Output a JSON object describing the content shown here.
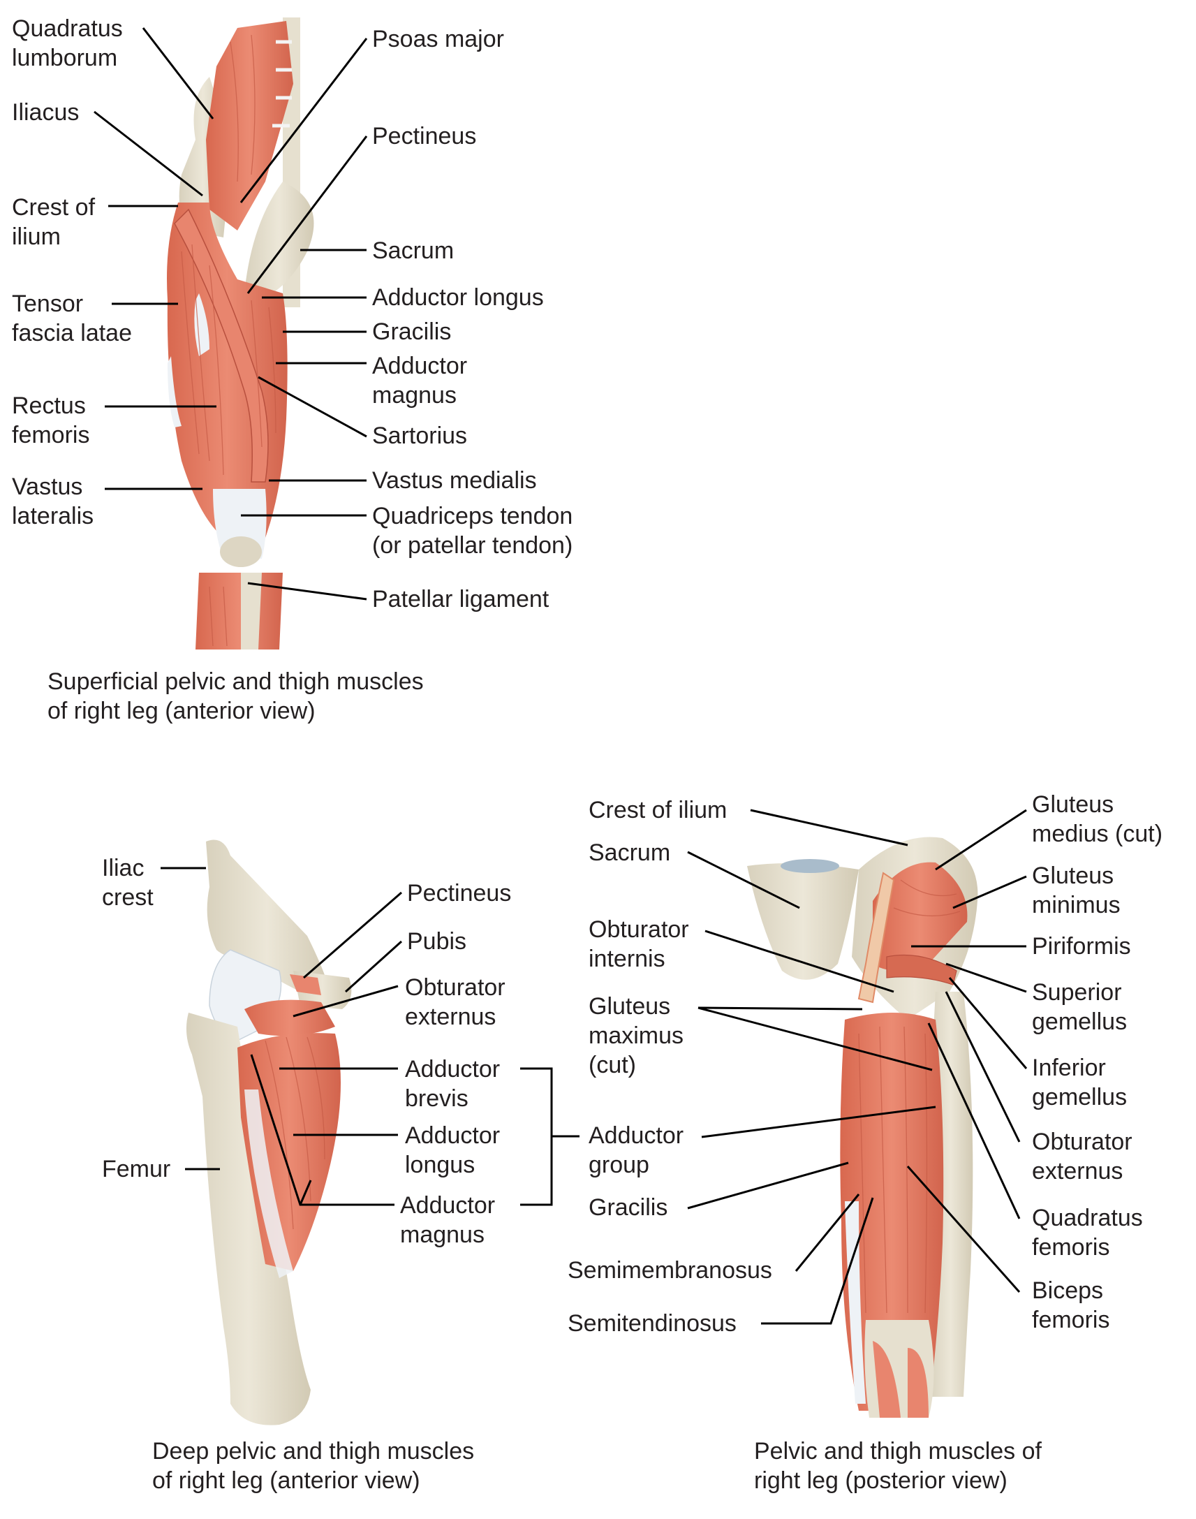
{
  "figures": {
    "superficial": {
      "caption": "Superficial pelvic and thigh muscles\nof right leg (anterior view)",
      "labels": {
        "quadratus_lumborum": "Quadratus\nlumborum",
        "iliacus": "Iliacus",
        "crest_of_ilium": "Crest of\nilium",
        "tensor_fascia_latae": "Tensor\nfascia latae",
        "rectus_femoris": "Rectus\nfemoris",
        "vastus_lateralis": "Vastus\nlateralis",
        "psoas_major": "Psoas major",
        "pectineus": "Pectineus",
        "sacrum": "Sacrum",
        "adductor_longus": "Adductor longus",
        "gracilis": "Gracilis",
        "adductor_magnus": "Adductor\nmagnus",
        "sartorius": "Sartorius",
        "vastus_medialis": "Vastus medialis",
        "quadriceps_tendon": "Quadriceps tendon\n(or patellar tendon)",
        "patellar_ligament": "Patellar ligament"
      }
    },
    "deep": {
      "caption": "Deep pelvic and thigh muscles\nof right leg (anterior view)",
      "labels": {
        "iliac_crest": "Iliac\ncrest",
        "femur": "Femur",
        "pectineus": "Pectineus",
        "pubis": "Pubis",
        "obturator_externus": "Obturator\nexternus",
        "adductor_brevis": "Adductor\nbrevis",
        "adductor_longus": "Adductor\nlongus",
        "adductor_magnus": "Adductor\nmagnus",
        "adductor_group": "Adductor\ngroup"
      }
    },
    "posterior": {
      "caption": "Pelvic and thigh muscles of\nright leg (posterior view)",
      "labels": {
        "crest_of_ilium": "Crest of ilium",
        "sacrum": "Sacrum",
        "obturator_internis": "Obturator\ninternis",
        "gluteus_maximus": "Gluteus\nmaximus\n(cut)",
        "gracilis": "Gracilis",
        "semimembranosus": "Semimembranosus",
        "semitendinosus": "Semitendinosus",
        "gluteus_medius": "Gluteus\nmedius (cut)",
        "gluteus_minimus": "Gluteus\nminimus",
        "piriformis": "Piriformis",
        "superior_gemellus": "Superior\ngemellus",
        "inferior_gemellus": "Inferior\ngemellus",
        "obturator_externus": "Obturator\nexternus",
        "quadratus_femoris": "Quadratus\nfemoris",
        "biceps_femoris": "Biceps\nfemoris"
      }
    }
  },
  "colors": {
    "muscle": "#e5806a",
    "muscle_dark": "#c85a48",
    "muscle_light": "#f0a896",
    "bone": "#e6e0cf",
    "bone_dark": "#cfc6b0",
    "tendon": "#eef2f6",
    "vertebra_blue": "#a9bccb",
    "leader_line": "#000000"
  }
}
